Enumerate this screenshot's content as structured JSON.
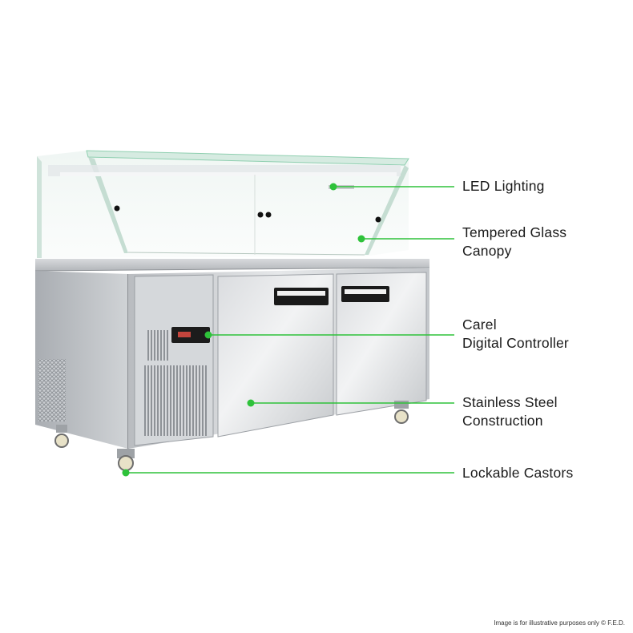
{
  "accent_color": "#2ec23a",
  "callouts": {
    "led": {
      "lines": [
        "LED Lighting"
      ]
    },
    "glass": {
      "lines": [
        "Tempered Glass",
        "Canopy"
      ]
    },
    "controller": {
      "lines": [
        "Carel",
        "Digital Controller"
      ]
    },
    "steel": {
      "lines": [
        "Stainless Steel",
        "Construction"
      ]
    },
    "castors": {
      "lines": [
        "Lockable Castors"
      ]
    }
  },
  "disclaimer": "Image is for illustrative purposes only  © F.E.D."
}
